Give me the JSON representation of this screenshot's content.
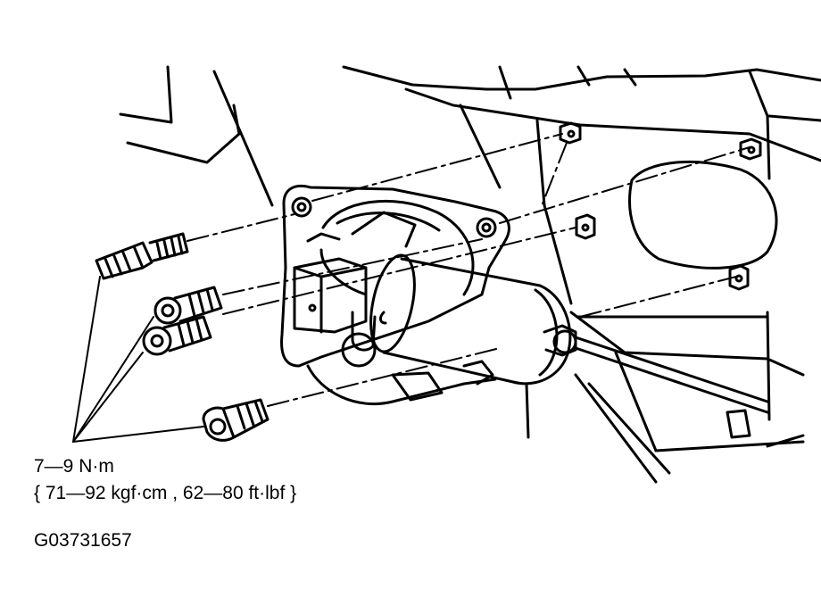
{
  "labels": {
    "torque_nm": "7—9 N·m",
    "torque_alt": "{ 71—92 kgf·cm , 62—80 ft·lbf }",
    "figure_code": "G03731657"
  },
  "colors": {
    "ink": "#000000",
    "paper": "#ffffff"
  }
}
